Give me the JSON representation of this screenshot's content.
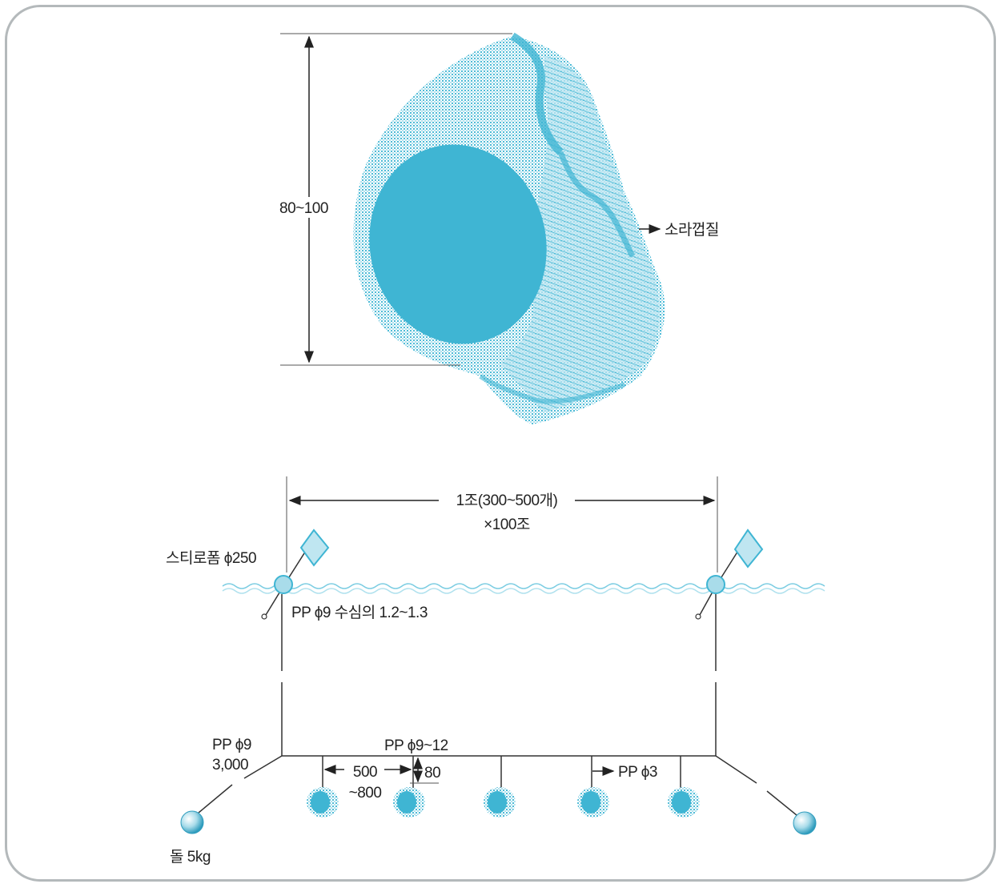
{
  "shell": {
    "height_label": "80~100",
    "material_label": "소라껍질"
  },
  "longline": {
    "span_label_line1": "1조(300~500개)",
    "span_label_line2": "×100조",
    "float_label": "스티로폼 ϕ250",
    "float_rope_label": "PP ϕ9 수심의 1.2~1.3",
    "anchor_rope_label_line1": "PP ϕ9",
    "anchor_rope_label_line2": "3,000",
    "main_line_label": "PP ϕ9~12",
    "spacing_label_line1": "500",
    "spacing_label_line2": "~800",
    "branch_length_label": "80",
    "branch_line_label": "PP ϕ3",
    "anchor_label": "돌 5kg"
  },
  "colors": {
    "accent": "#3fb5d3",
    "line": "#333333",
    "frame": "#b4b9bb"
  }
}
